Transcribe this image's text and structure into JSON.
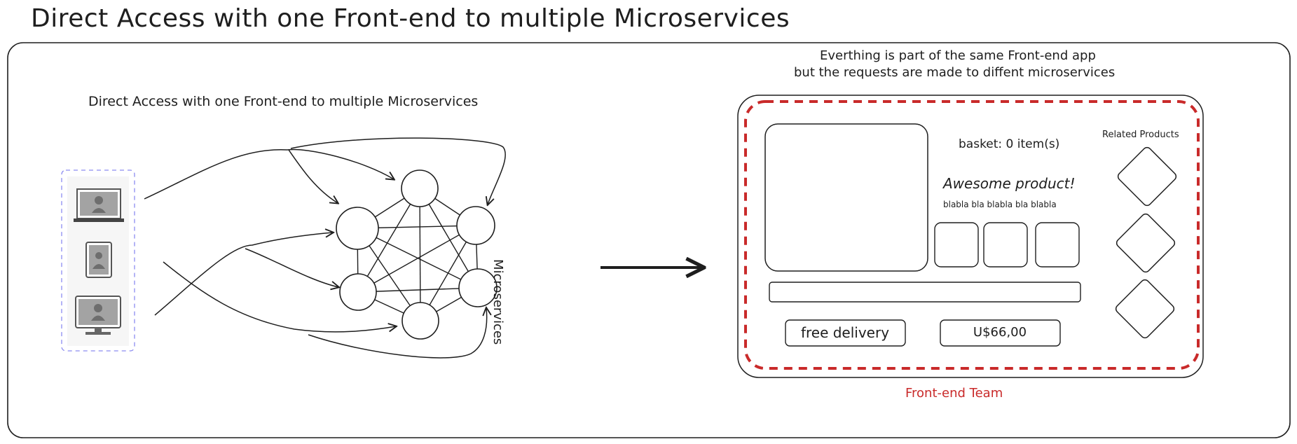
{
  "title": "Direct Access with one Front-end to multiple Microservices",
  "left_diagram": {
    "caption": "Direct Access with one Front-end to multiple Microservices",
    "cluster_label": "Microservices",
    "devices": [
      {
        "icon": "laptop-user-icon"
      },
      {
        "icon": "tablet-user-icon"
      },
      {
        "icon": "desktop-user-icon"
      }
    ]
  },
  "right_diagram": {
    "note_line_1": "Everthing is part of the same Front-end app",
    "note_line_2": "but the requests are made to diffent microservices",
    "basket": "basket: 0 item(s)",
    "product_title": "Awesome product!",
    "product_desc": "blabla bla blabla bla blabla",
    "related_products_label": "Related Products",
    "delivery_button": "free delivery",
    "price_button": "U$66,00",
    "team_label": "Front-end Team"
  },
  "colors": {
    "stroke": "#1e1e1e",
    "team_red": "#c92a2a",
    "device_border": "#8c8cf0",
    "device_bg": "#f3f3f3",
    "icon_grey": "#9a9a9a"
  }
}
